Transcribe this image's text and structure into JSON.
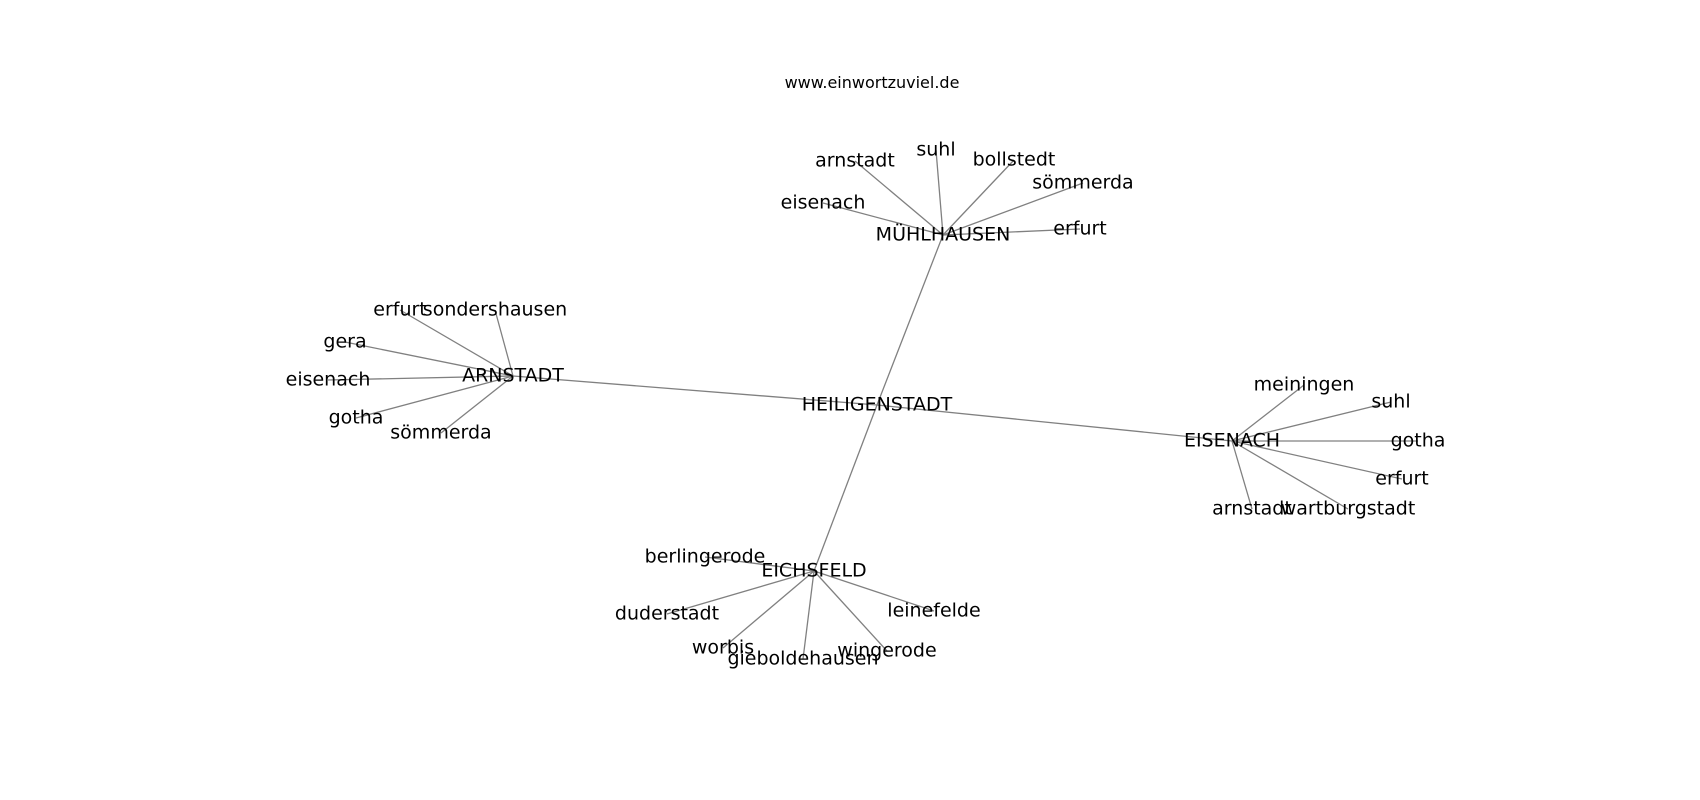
{
  "site_title": "www.einwortzuviel.de",
  "colors": {
    "edge": "#808080",
    "text": "#000000",
    "background": "#ffffff"
  },
  "root": "HEILIGENSTADT",
  "hubs": [
    {
      "id": "muehlhausen",
      "label": "MÜHLHAUSEN",
      "children": [
        "arnstadt",
        "suhl",
        "bollstedt",
        "sömmerda",
        "eisenach",
        "erfurt"
      ]
    },
    {
      "id": "arnstadt",
      "label": "ARNSTADT",
      "children": [
        "erfurt",
        "sondershausen",
        "gera",
        "eisenach",
        "gotha",
        "sömmerda"
      ]
    },
    {
      "id": "eisenach",
      "label": "EISENACH",
      "children": [
        "meiningen",
        "suhl",
        "gotha",
        "erfurt",
        "arnstadt",
        "wartburgstadt"
      ]
    },
    {
      "id": "eichsfeld",
      "label": "EICHSFELD",
      "children": [
        "berlingerode",
        "duderstadt",
        "leinefelde",
        "worbis",
        "wingerode",
        "gieboldehausen"
      ]
    }
  ]
}
